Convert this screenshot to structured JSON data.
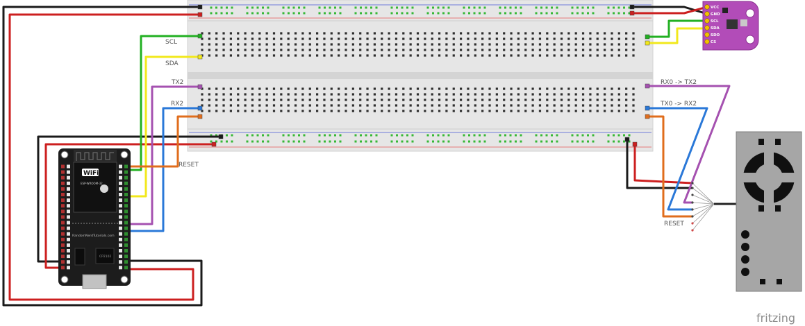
{
  "wire_labels": {
    "scl": "SCL",
    "sda": "SDA",
    "tx2": "TX2",
    "rx2": "RX2",
    "reset_left": "RESET",
    "rx0_tx2": "RX0 -> TX2",
    "tx0_rx2": "TX0 -> RX2",
    "reset_right": "RESET"
  },
  "sensor_pins": [
    "VCC",
    "GND",
    "SCL",
    "SDA",
    "SDO",
    "CS"
  ],
  "esp32": {
    "wifi_label": "WiFi",
    "module_label": "ESP-WROOM-32",
    "site_label": "RandomNerdTutorials.com",
    "chip_label": "CP2102"
  },
  "watermark": "fritzing",
  "colors": {
    "black": "#1a1a1a",
    "red": "#cc1f1f",
    "green": "#22b022",
    "yellow": "#f2e81c",
    "purple": "#a551b0",
    "blue": "#2a78d8",
    "orange": "#e06d1c",
    "breadboard": "#e6e6e6",
    "sensor_board": "#b24cb8"
  }
}
